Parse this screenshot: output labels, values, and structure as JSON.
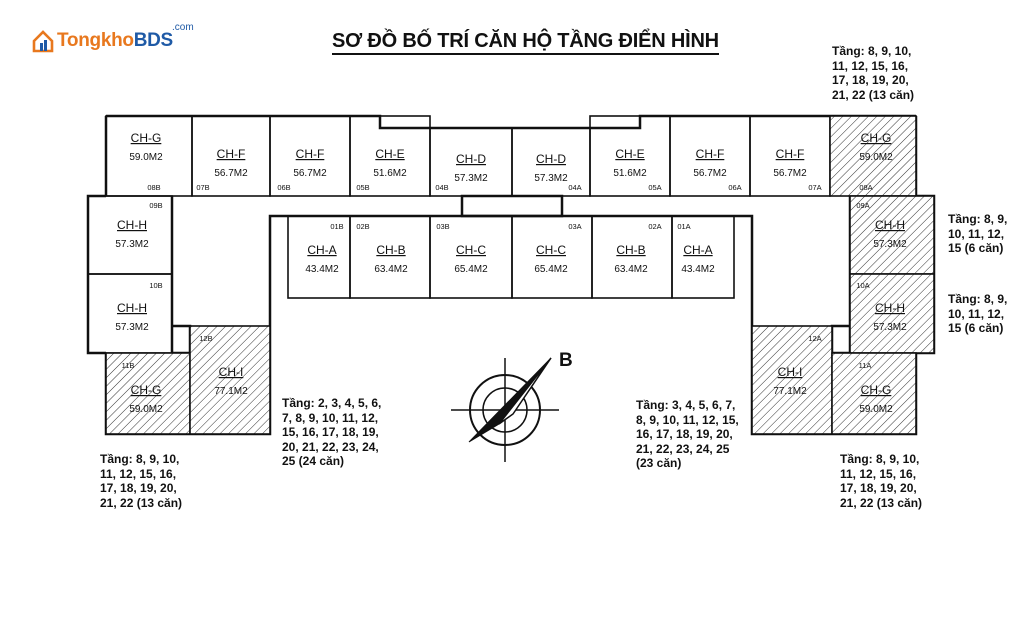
{
  "brand": {
    "name_a": "Tongkho",
    "name_b": "BDS",
    "domain": ".com"
  },
  "title": "SƠ ĐỒ BỐ TRÍ CĂN HỘ TẦNG ĐIỂN HÌNH",
  "north_label": "B",
  "notes": {
    "top_right": [
      "Tầng: 8, 9, 10,",
      "11, 12, 15, 16,",
      "17, 18, 19, 20,",
      "21, 22 (13 căn)"
    ],
    "right_upper": [
      "Tầng: 8, 9,",
      "10, 11, 12,",
      "15 (6 căn)"
    ],
    "right_lower": [
      "Tầng: 8, 9,",
      "10, 11, 12,",
      "15 (6 căn)"
    ],
    "bottom_left": [
      "Tầng: 8, 9, 10,",
      "11, 12, 15, 16,",
      "17, 18, 19, 20,",
      "21, 22 (13 căn)"
    ],
    "center_left": [
      "Tầng: 2, 3, 4, 5, 6,",
      "7, 8, 9, 10, 11, 12,",
      "15, 16, 17, 18, 19,",
      "20, 21, 22, 23, 24,",
      "25 (24 căn)"
    ],
    "center_right": [
      "Tầng: 3, 4, 5, 6, 7,",
      "8, 9, 10, 11, 12, 15,",
      "16, 17, 18, 19, 20,",
      "21, 22, 23, 24, 25",
      "(23 căn)"
    ],
    "bottom_right": [
      "Tầng: 8, 9, 10,",
      "11, 12, 15, 16,",
      "17, 18, 19, 20,",
      "21, 22 (13 căn)"
    ]
  },
  "apartments": [
    {
      "code": "08B",
      "type": "CH-G",
      "area": "59.0M2",
      "hatched": false
    },
    {
      "code": "07B",
      "type": "CH-F",
      "area": "56.7M2",
      "hatched": false
    },
    {
      "code": "06B",
      "type": "CH-F",
      "area": "56.7M2",
      "hatched": false
    },
    {
      "code": "05B",
      "type": "CH-E",
      "area": "51.6M2",
      "hatched": false
    },
    {
      "code": "04B",
      "type": "CH-D",
      "area": "57.3M2",
      "hatched": false
    },
    {
      "code": "04A",
      "type": "CH-D",
      "area": "57.3M2",
      "hatched": false
    },
    {
      "code": "05A",
      "type": "CH-E",
      "area": "51.6M2",
      "hatched": false
    },
    {
      "code": "06A",
      "type": "CH-F",
      "area": "56.7M2",
      "hatched": false
    },
    {
      "code": "07A",
      "type": "CH-F",
      "area": "56.7M2",
      "hatched": false
    },
    {
      "code": "08A",
      "type": "CH-G",
      "area": "59.0M2",
      "hatched": true
    },
    {
      "code": "09B",
      "type": "CH-H",
      "area": "57.3M2",
      "hatched": false
    },
    {
      "code": "10B",
      "type": "CH-H",
      "area": "57.3M2",
      "hatched": false
    },
    {
      "code": "01B",
      "type": "CH-A",
      "area": "43.4M2",
      "hatched": false
    },
    {
      "code": "02B",
      "type": "CH-B",
      "area": "63.4M2",
      "hatched": false
    },
    {
      "code": "03B",
      "type": "CH-C",
      "area": "65.4M2",
      "hatched": false
    },
    {
      "code": "03A",
      "type": "CH-C",
      "area": "65.4M2",
      "hatched": false
    },
    {
      "code": "02A",
      "type": "CH-B",
      "area": "63.4M2",
      "hatched": false
    },
    {
      "code": "01A",
      "type": "CH-A",
      "area": "43.4M2",
      "hatched": false
    },
    {
      "code": "09A",
      "type": "CH-H",
      "area": "57.3M2",
      "hatched": true
    },
    {
      "code": "10A",
      "type": "CH-H",
      "area": "57.3M2",
      "hatched": true
    },
    {
      "code": "11B",
      "type": "CH-G",
      "area": "59.0M2",
      "hatched": true
    },
    {
      "code": "12B",
      "type": "CH-I",
      "area": "77.1M2",
      "hatched": true
    },
    {
      "code": "12A",
      "type": "CH-I",
      "area": "77.1M2",
      "hatched": true
    },
    {
      "code": "11A",
      "type": "CH-G",
      "area": "59.0M2",
      "hatched": true
    }
  ],
  "colors": {
    "line": "#111111",
    "brand_orange": "#e8781e",
    "brand_blue": "#1f5aa6"
  },
  "icons": [
    "house-logo-icon",
    "compass-icon"
  ]
}
